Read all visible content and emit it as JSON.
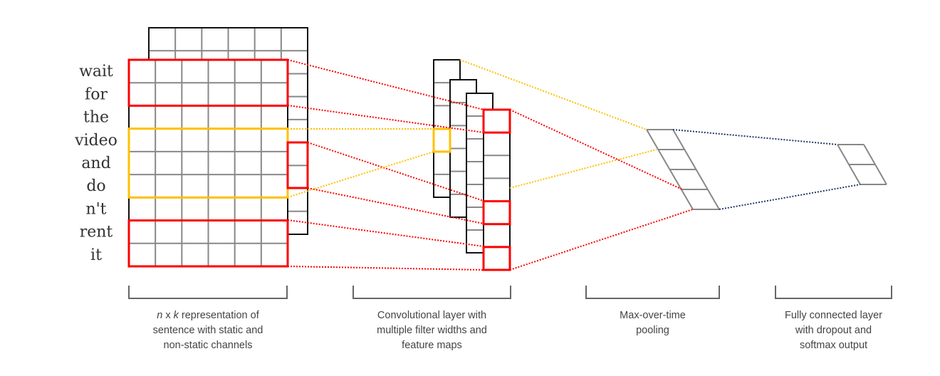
{
  "diagram": {
    "title": "CNN architecture for sentence classification",
    "colors": {
      "highlight_red": "#ff0000",
      "highlight_yellow": "#ffc000",
      "fc_connection": "#1f3768",
      "grid": "#888888",
      "frame": "#111111",
      "caption_text": "#444444",
      "word_text": "#333333"
    },
    "sentence": {
      "words": [
        "wait",
        "for",
        "the",
        "video",
        "and",
        "do",
        "n't",
        "rent",
        "it"
      ],
      "embedding_dim_cells": 6,
      "channels": [
        "static",
        "non-static"
      ]
    },
    "filters": [
      {
        "name": "filter-width-2-red-top",
        "color": "red",
        "rows": [
          0,
          1
        ],
        "target_map": 3,
        "target_cell": 0
      },
      {
        "name": "filter-width-3-yellow",
        "color": "yellow",
        "rows": [
          3,
          4,
          5
        ],
        "target_map": 0,
        "target_cell": 3
      },
      {
        "name": "filter-width-2-red-bottom",
        "color": "red",
        "rows": [
          7,
          8
        ],
        "target_map": 3,
        "target_cell": 6
      }
    ],
    "feature_maps": [
      {
        "name": "feature-map-1",
        "cells": 6
      },
      {
        "name": "feature-map-2",
        "cells": 6
      },
      {
        "name": "feature-map-3",
        "cells": 7
      },
      {
        "name": "feature-map-4",
        "cells": 7,
        "highlighted_cells": [
          0,
          4,
          6
        ]
      }
    ],
    "pooling": {
      "cells": 4
    },
    "output": {
      "cells": 2
    },
    "captions": [
      {
        "name": "caption-input",
        "lines": [
          {
            "parts": [
              {
                "text": "n",
                "italic": true
              },
              {
                "text": " x ",
                "italic": false
              },
              {
                "text": "k",
                "italic": true
              },
              {
                "text": " representation of",
                "italic": false
              }
            ]
          },
          {
            "parts": [
              {
                "text": "sentence with static and",
                "italic": false
              }
            ]
          },
          {
            "parts": [
              {
                "text": "non-static channels",
                "italic": false
              }
            ]
          }
        ]
      },
      {
        "name": "caption-convolution",
        "lines": [
          {
            "parts": [
              {
                "text": "Convolutional layer with",
                "italic": false
              }
            ]
          },
          {
            "parts": [
              {
                "text": "multiple filter widths and",
                "italic": false
              }
            ]
          },
          {
            "parts": [
              {
                "text": "feature maps",
                "italic": false
              }
            ]
          }
        ]
      },
      {
        "name": "caption-pooling",
        "lines": [
          {
            "parts": [
              {
                "text": "Max-over-time",
                "italic": false
              }
            ]
          },
          {
            "parts": [
              {
                "text": "pooling",
                "italic": false
              }
            ]
          }
        ]
      },
      {
        "name": "caption-fully-connected",
        "lines": [
          {
            "parts": [
              {
                "text": "Fully connected layer",
                "italic": false
              }
            ]
          },
          {
            "parts": [
              {
                "text": "with dropout and",
                "italic": false
              }
            ]
          },
          {
            "parts": [
              {
                "text": "softmax output",
                "italic": false
              }
            ]
          }
        ]
      }
    ]
  }
}
